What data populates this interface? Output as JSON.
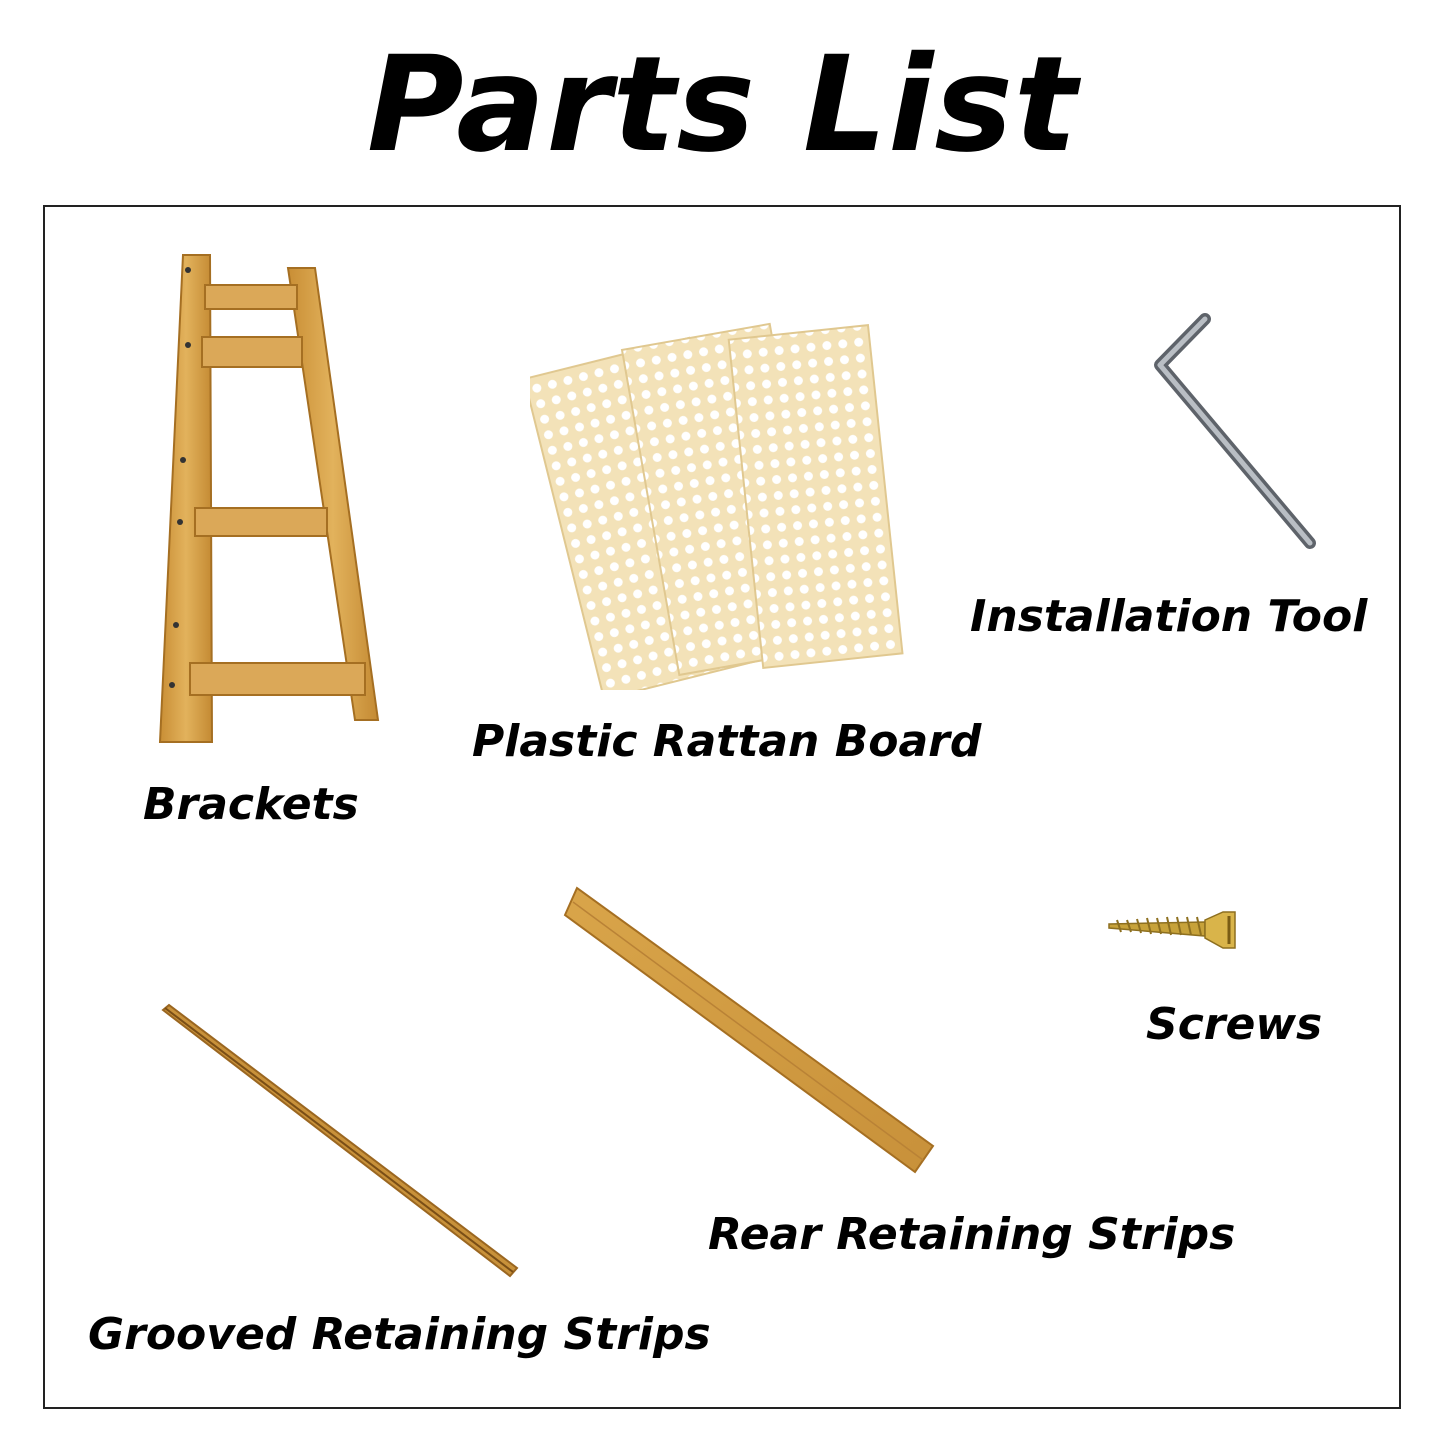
{
  "title": "Parts List",
  "parts": {
    "brackets": "Brackets",
    "plastic_rattan_board": "Plastic Rattan Board",
    "installation_tool": "Installation Tool",
    "screws": "Screws",
    "rear_retaining_strips": "Rear Retaining Strips",
    "grooved_retaining_strips": "Grooved Retaining Strips"
  },
  "colors": {
    "bamboo": "#d9a54a",
    "bamboo_dark": "#b07a2a",
    "rattan_board": "#f3e2b8",
    "metal": "#8a8f96",
    "screw": "#c7a23a"
  }
}
